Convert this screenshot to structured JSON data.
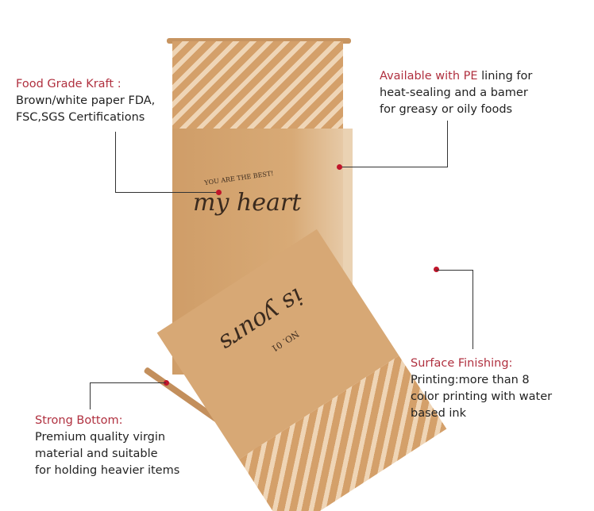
{
  "callouts": {
    "food_grade": {
      "title": "Food Grade Kraft :",
      "lines": [
        "Brown/white paper FDA,",
        "FSC,SGS Certifications"
      ]
    },
    "pe_lining": {
      "title": "Available with PE",
      "title_rest": " lining for",
      "lines": [
        "heat-sealing and a bamer",
        "for greasy or oily foods"
      ]
    },
    "surface": {
      "title": "Surface Finishing:",
      "lines": [
        "Printing:more than 8",
        "color printing with water",
        "based ink"
      ]
    },
    "bottom": {
      "title": "Strong Bottom:",
      "lines": [
        "Premium quality virgin",
        "material and suitable",
        "for holding heavier items"
      ]
    }
  },
  "bag_print": {
    "tagline": "YOU ARE THE BEST!",
    "headline": "my heart",
    "number": "NO. 01",
    "ending": "is yours"
  },
  "colors": {
    "accent": "#b0303f",
    "dot": "#c0152a",
    "kraft": "#d2a26f"
  }
}
